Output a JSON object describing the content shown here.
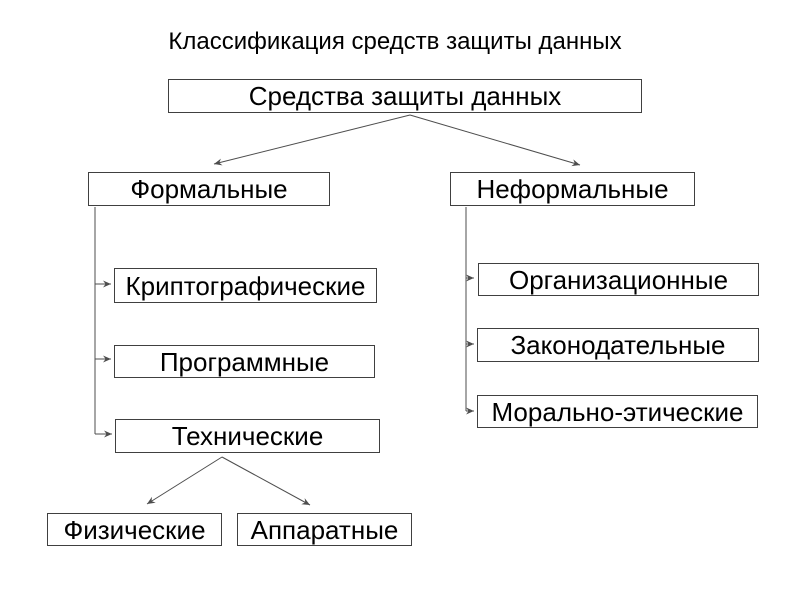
{
  "title": "Классификация средств защиты данных",
  "diagram": {
    "type": "tree",
    "nodes": {
      "root": "Средства защиты данных",
      "formal": "Формальные",
      "informal": "Неформальные",
      "cryptographic": "Криптографические",
      "software": "Программные",
      "technical": "Технические",
      "physical": "Физические",
      "hardware": "Аппаратные",
      "organizational": "Организационные",
      "legislative": "Законодательные",
      "moral_ethical": "Морально-этические"
    },
    "edges": [
      [
        "root",
        "formal"
      ],
      [
        "root",
        "informal"
      ],
      [
        "formal",
        "cryptographic"
      ],
      [
        "formal",
        "software"
      ],
      [
        "formal",
        "technical"
      ],
      [
        "technical",
        "physical"
      ],
      [
        "technical",
        "hardware"
      ],
      [
        "informal",
        "organizational"
      ],
      [
        "informal",
        "legislative"
      ],
      [
        "informal",
        "moral_ethical"
      ]
    ],
    "colors": {
      "background": "#ffffff",
      "box_border": "#404040",
      "connector": "#4d4d4d",
      "text": "#000000"
    }
  }
}
